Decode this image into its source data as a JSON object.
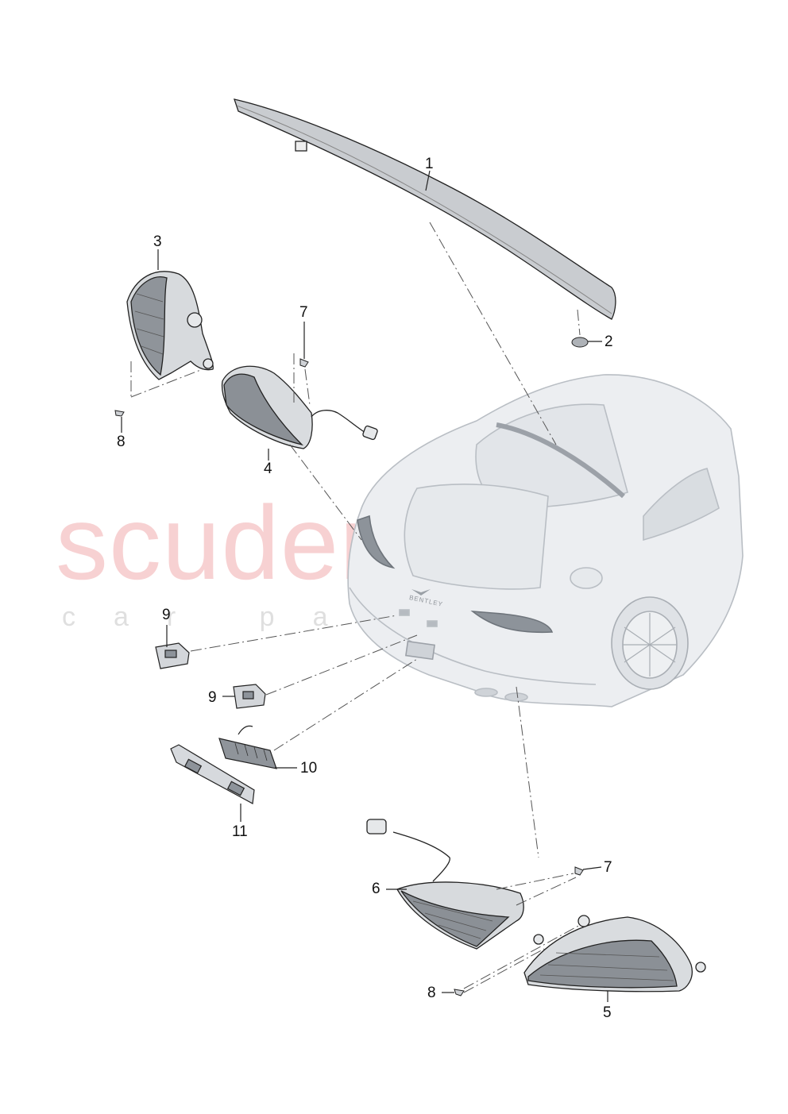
{
  "watermark": {
    "brand": "scuderia",
    "tagline": "car parts"
  },
  "car": {
    "badge": "BENTLEY"
  },
  "callouts": [
    {
      "id": "1",
      "label": "1"
    },
    {
      "id": "2",
      "label": "2"
    },
    {
      "id": "3",
      "label": "3"
    },
    {
      "id": "4",
      "label": "4"
    },
    {
      "id": "5",
      "label": "5"
    },
    {
      "id": "6",
      "label": "6"
    },
    {
      "id": "7a",
      "label": "7"
    },
    {
      "id": "7b",
      "label": "7"
    },
    {
      "id": "8a",
      "label": "8"
    },
    {
      "id": "8b",
      "label": "8"
    },
    {
      "id": "9a",
      "label": "9"
    },
    {
      "id": "9b",
      "label": "9"
    },
    {
      "id": "10",
      "label": "10"
    },
    {
      "id": "11",
      "label": "11"
    }
  ],
  "colors": {
    "line": "#222222",
    "part_fill": "#f2f2f2",
    "lens": "#8a8f96",
    "car_body": "#e8ebee",
    "watermark_red": "#e15a5f"
  }
}
